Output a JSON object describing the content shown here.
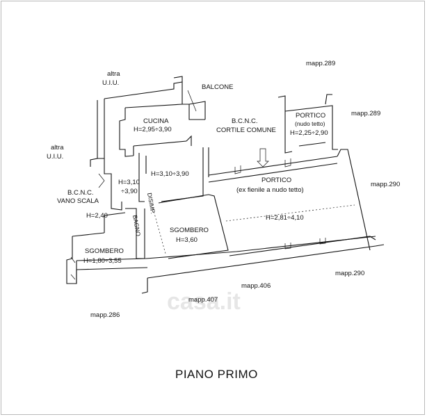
{
  "floor_title": "PIANO PRIMO",
  "watermark": "casa.it",
  "labels": {
    "altra_uiu_top_1": "altra",
    "altra_uiu_top_2": "U.I.U.",
    "altra_uiu_left_1": "altra",
    "altra_uiu_left_2": "U.I.U.",
    "mapp_289_top": "mapp.289",
    "mapp_289_right": "mapp.289",
    "mapp_290_right": "mapp.290",
    "mapp_290_bottom": "mapp.290",
    "mapp_406": "mapp.406",
    "mapp_407": "mapp.407",
    "mapp_286": "mapp.286",
    "balcone": "BALCONE",
    "cucina_name": "CUCINA",
    "cucina_h": "H=2,95÷3,90",
    "bcnc_cortile_1": "B.C.N.C.",
    "bcnc_cortile_2": "CORTILE COMUNE",
    "portico_small_1": "PORTICO",
    "portico_small_2": "(nudo tetto)",
    "portico_small_3": "H=2,25÷2,90",
    "room_h_310_390": "H=3,10÷3,90",
    "room_small_h_1": "H=3,10",
    "room_small_h_2": "÷3,90",
    "bcnc_scala_1": "B.C.N.C.",
    "bcnc_scala_2": "VANO SCALA",
    "portico_big_1": "PORTICO",
    "portico_big_2": "(ex fienile a nudo tetto)",
    "portico_big_h": "H=2,81÷4,10",
    "h_240": "H=2,40",
    "disimp": "DISIMP.",
    "bagno": "BAGNO",
    "sgombero_1_name": "SGOMBERO",
    "sgombero_1_h": "H=3,60",
    "sgombero_2_name": "SGOMBERO",
    "sgombero_2_h": "H=1,80÷3,55"
  }
}
